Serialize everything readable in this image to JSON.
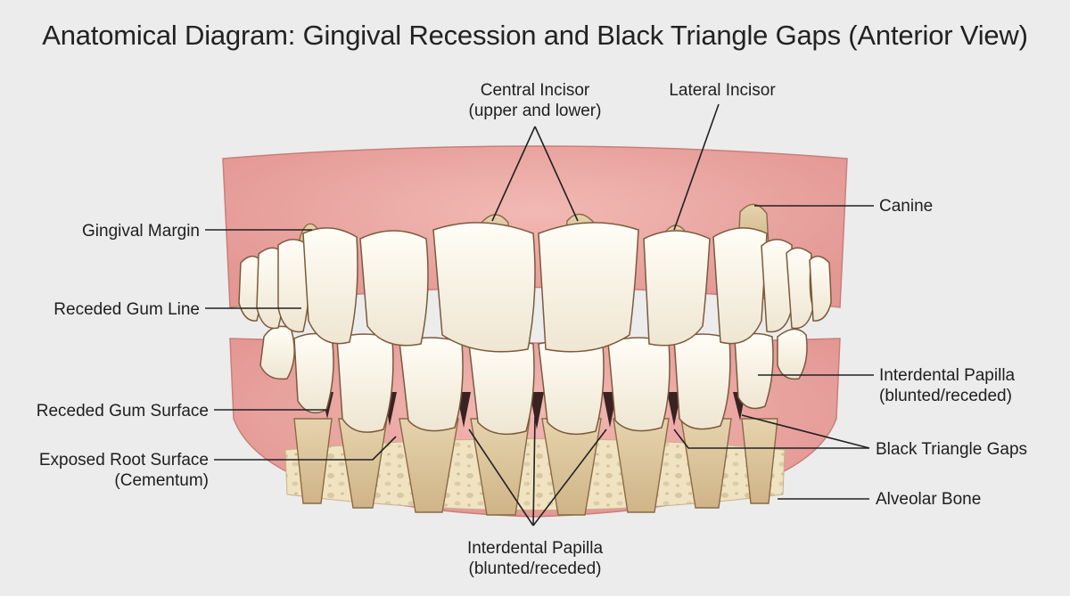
{
  "title": "Anatomical Diagram: Gingival Recession and Black Triangle Gaps (Anterior View)",
  "labels": {
    "central_incisor": [
      "Central Incisor",
      "(upper and lower)"
    ],
    "lateral_incisor": [
      "Lateral Incisor"
    ],
    "canine": [
      "Canine"
    ],
    "gingival_margin": [
      "Gingival Margin"
    ],
    "receded_gum_line": [
      "Receded Gum Line"
    ],
    "receded_gum_surface": [
      "Receded Gum Surface"
    ],
    "exposed_root_surface": [
      "Exposed Root Surface",
      "(Cementum)"
    ],
    "interdental_papilla_right": [
      "Interdental Papilla",
      "(blunted/receded)"
    ],
    "black_triangle_gaps": [
      "Black Triangle Gaps"
    ],
    "alveolar_bone": [
      "Alveolar Bone"
    ],
    "interdental_papilla_bottom": [
      "Interdental Papilla",
      "(blunted/receded)"
    ]
  },
  "colors": {
    "background": "#ececec",
    "gum": "#e9a2a0",
    "gum_dark": "#d9817f",
    "enamel": "#f8f3e6",
    "root": "#dcc49a",
    "bone": "#efe2bf",
    "gap": "#3a2222",
    "outline": "#7b5a3c"
  }
}
